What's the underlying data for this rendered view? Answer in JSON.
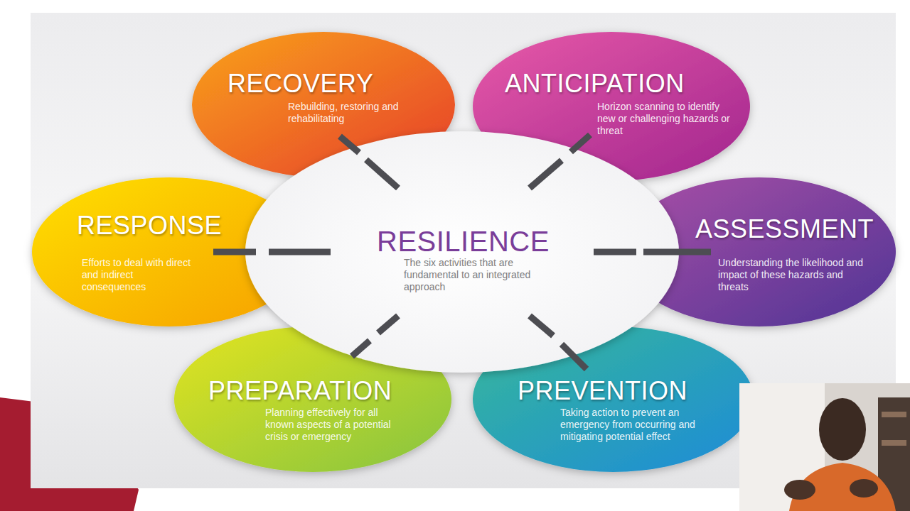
{
  "diagram": {
    "nodes": [
      {
        "text": [
          "RECOVERY",
          "Rebuilding, restoring and rehabilitating"
        ]
      },
      {
        "text": [
          "ANTICIPATION",
          "Horizon scanning to identify new or challenging hazards or threat"
        ]
      },
      {
        "text": [
          "RESPONSE",
          "Efforts to deal with direct and indirect consequences"
        ]
      },
      {
        "text": [
          "RESILIENCE",
          "The six activities that are fundamental to an integrated approach"
        ]
      },
      {
        "text": [
          "ASSESSMENT",
          "Understanding the likelihood and impact of these hazards and threats"
        ]
      },
      {
        "text": [
          "PREPARATION",
          "Planning effectively for all known aspects of a potential crisis or emergency"
        ]
      },
      {
        "text": [
          "PREVENTION",
          "Taking action to prevent an emergency from occurring and mitigating potential effect"
        ]
      }
    ]
  }
}
